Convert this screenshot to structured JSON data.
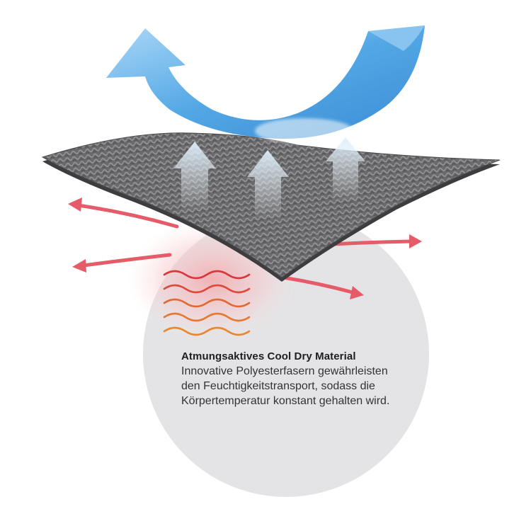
{
  "colors": {
    "circle": "#e4e4e6",
    "fabric": "#5a5a5c",
    "airflow": "#4aa3e4",
    "heat_arrow": "#e55b67",
    "wave_red": "#d9363c",
    "wave_orange": "#e8882e"
  },
  "icons": [
    "airflow-arrow-icon",
    "heat-arrow-icon",
    "heat-wave-icon",
    "vapor-arrow-icon"
  ],
  "caption": {
    "title": "Atmungsaktives Cool Dry Material",
    "lines": [
      "Innovative Polyesterfasern gewährleisten",
      "den Feuchtigkeitstransport, sodass die",
      "Körpertemperatur konstant gehalten wird."
    ]
  }
}
